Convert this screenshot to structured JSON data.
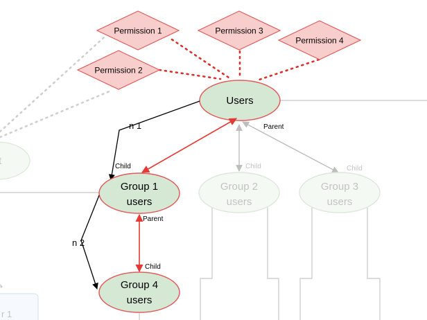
{
  "nodes": {
    "users": {
      "label": "Users"
    },
    "group1": {
      "line1": "Group 1",
      "line2": "users"
    },
    "group2": {
      "line1": "Group 2",
      "line2": "users"
    },
    "group3": {
      "line1": "Group 3",
      "line2": "users"
    },
    "group4": {
      "line1": "Group 4",
      "line2": "users"
    },
    "left_faded_partial": {
      "label": "t"
    },
    "bottom_left_partial": {
      "label": "r 1"
    }
  },
  "permissions": [
    {
      "label": "Permission 1"
    },
    {
      "label": "Permission 2"
    },
    {
      "label": "Permission 3"
    },
    {
      "label": "Permission 4"
    }
  ],
  "edge_labels": {
    "n1": "n 1",
    "n2": "n 2",
    "parent": "Parent",
    "child": "Child"
  },
  "colors": {
    "node_fill": "#d5e8d4",
    "node_stroke": "#e05c5c",
    "permission_fill": "#f8cecc",
    "red_edge": "#e53935",
    "dotted_edge": "#d9312c",
    "faded": "#c8c8c8"
  }
}
